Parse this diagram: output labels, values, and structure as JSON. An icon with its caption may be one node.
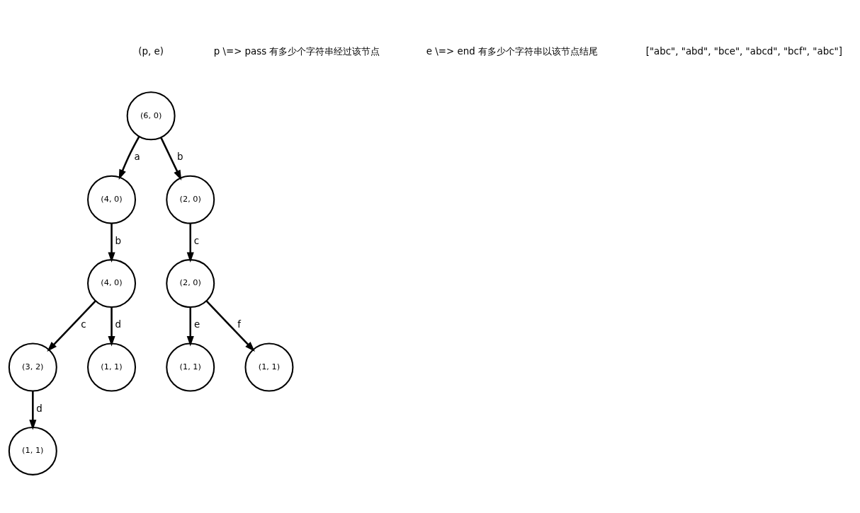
{
  "diagram": {
    "nodes": [
      {
        "text": [
          "(6, 0)"
        ]
      },
      {
        "text": [
          "(4, 0)"
        ]
      },
      {
        "text": [
          "(2, 0)"
        ]
      },
      {
        "text": [
          "(4, 0)"
        ]
      },
      {
        "text": [
          "(2, 0)"
        ]
      },
      {
        "text": [
          "(3, 2)"
        ]
      },
      {
        "text": [
          "(1, 1)"
        ]
      },
      {
        "text": [
          "(1, 1)"
        ]
      },
      {
        "text": [
          "(1, 1)"
        ]
      },
      {
        "text": [
          "(1, 1)"
        ]
      }
    ],
    "edges": [
      {
        "from": 0,
        "to": 1,
        "arrow": "to",
        "label": "a"
      },
      {
        "from": 0,
        "to": 2,
        "arrow": "to",
        "label": "b"
      },
      {
        "from": 1,
        "to": 3,
        "arrow": "to",
        "label": "b"
      },
      {
        "from": 2,
        "to": 4,
        "arrow": "to",
        "label": "c"
      },
      {
        "from": 3,
        "to": 5,
        "arrow": "to",
        "label": "c"
      },
      {
        "from": 3,
        "to": 6,
        "arrow": "to",
        "label": "d"
      },
      {
        "from": 4,
        "to": 7,
        "arrow": "to",
        "label": "e"
      },
      {
        "from": 4,
        "to": 8,
        "arrow": "to",
        "label": "f"
      },
      {
        "from": 5,
        "to": 9,
        "arrow": "to",
        "label": "d"
      }
    ],
    "labels": [
      "(p, e)",
      "p \\=> pass 有多少个字符串经过该节点",
      "e \\=> end 有多少个字符串以该节点结尾",
      "[\"abc\", \"abd\", \"bce\", \"abcd\", \"bcf\", \"abc\"]"
    ]
  }
}
